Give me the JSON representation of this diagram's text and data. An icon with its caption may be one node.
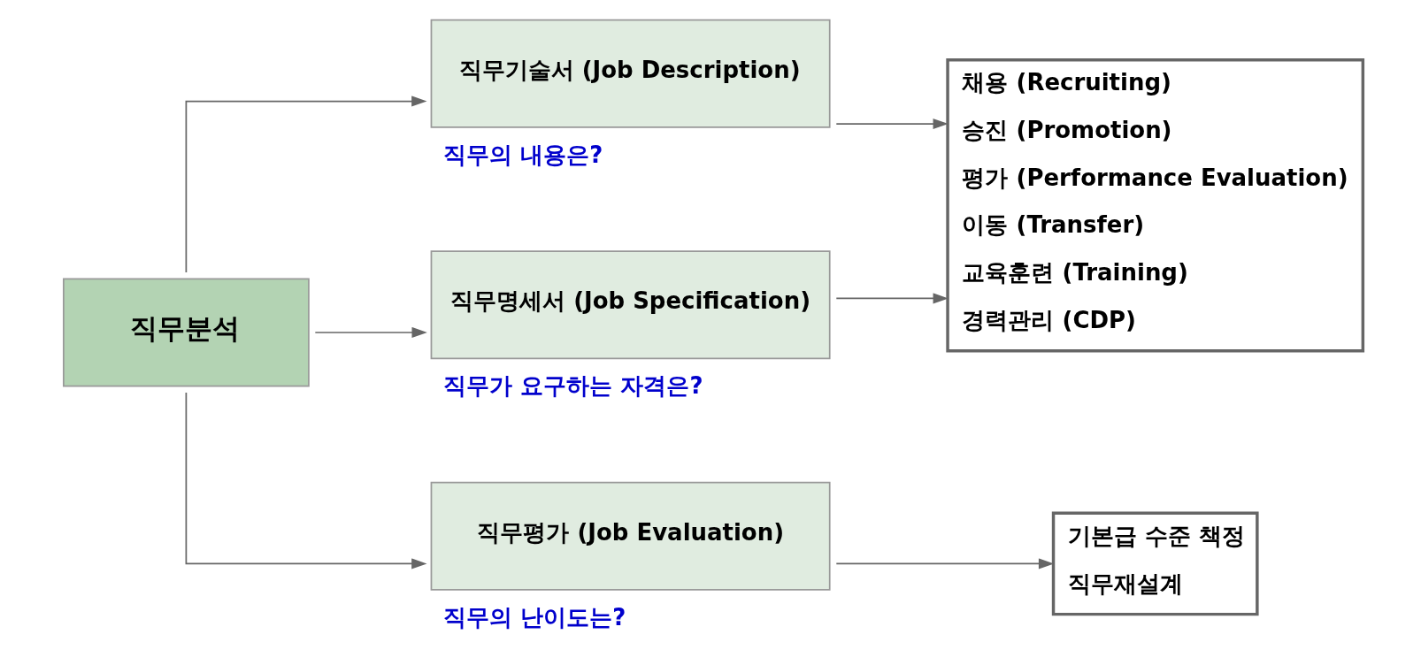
{
  "diagram": {
    "nodes": [
      {
        "text": [
          "직무분석"
        ]
      },
      {
        "text": [
          "직무기술서 (Job Description)"
        ],
        "beside": [
          "직무의 내용은?"
        ]
      },
      {
        "text": [
          "직무명세서 (Job Specification)"
        ],
        "beside": [
          "직무가 요구하는 자격은?"
        ]
      },
      {
        "text": [
          "직무평가 (Job Evaluation)"
        ],
        "beside": [
          "직무의 난이도는?"
        ]
      },
      {
        "text": [
          "채용 (Recruiting)",
          "승진 (Promotion)",
          "평가 (Performance Evaluation)",
          "이동 (Transfer)",
          "교육훈련 (Training)",
          "경력관리 (CDP)"
        ]
      },
      {
        "text": [
          "기본급 수준 책정",
          "직무재설계"
        ]
      }
    ],
    "edges": [
      {
        "from": 0,
        "to": 1,
        "arrow": "to"
      },
      {
        "from": 0,
        "to": 2,
        "arrow": "to"
      },
      {
        "from": 0,
        "to": 3,
        "arrow": "to"
      },
      {
        "from": 1,
        "to": 4,
        "arrow": "to"
      },
      {
        "from": 2,
        "to": 4,
        "arrow": "to"
      },
      {
        "from": 3,
        "to": 5,
        "arrow": "to"
      }
    ]
  }
}
